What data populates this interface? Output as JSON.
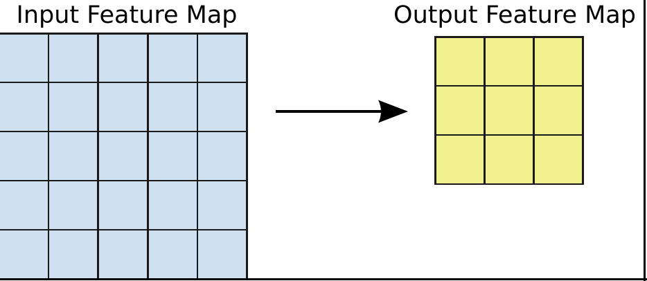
{
  "figure": {
    "input_map": {
      "title": "Input Feature Map",
      "rows": 5,
      "cols": 5,
      "cell_color": "#cfe0f1",
      "line_color": "#1a1a1a"
    },
    "output_map": {
      "title": "Output Feature Map",
      "rows": 3,
      "cols": 3,
      "cell_color": "#f1f28f",
      "line_color": "#1a1a1a"
    },
    "arrow": {
      "direction": "right",
      "color": "#000000"
    },
    "frame_color": "#000000"
  }
}
